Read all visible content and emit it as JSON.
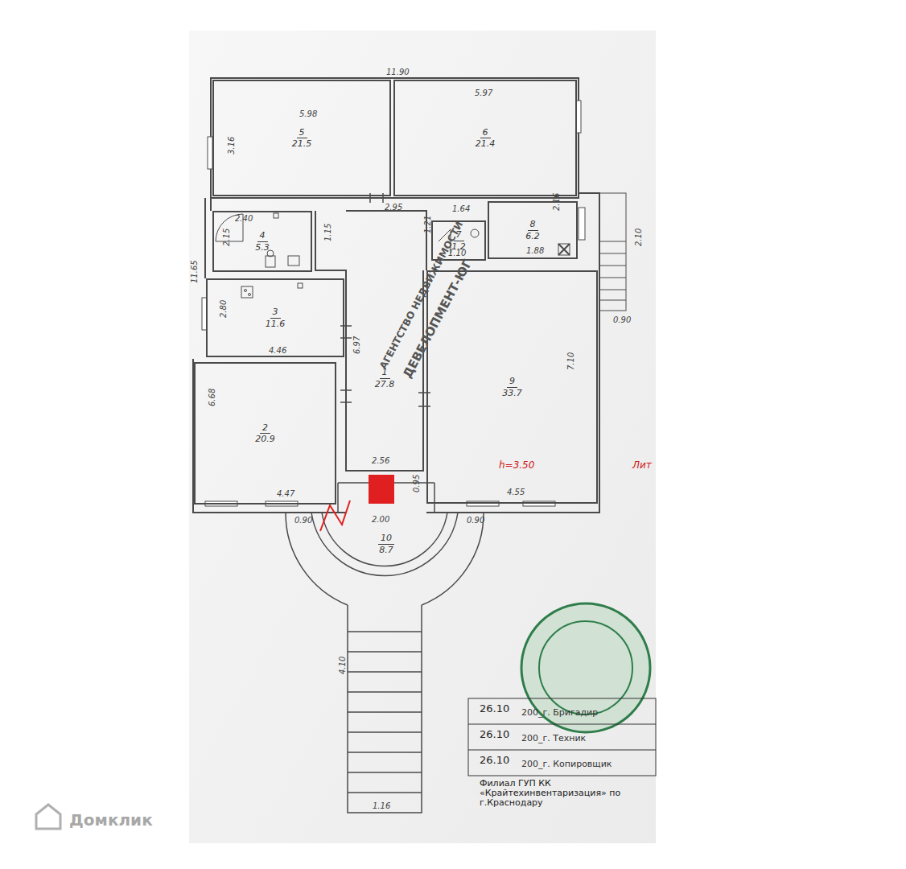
{
  "diagram": {
    "nodes": [
      {
        "text": [
          "5",
          "21.5"
        ]
      },
      {
        "text": [
          "6",
          "21.4"
        ]
      },
      {
        "text": [
          "4",
          "5.3"
        ]
      },
      {
        "text": [
          "7",
          "1.2"
        ]
      },
      {
        "text": [
          "8",
          "6.2"
        ]
      },
      {
        "text": [
          "3",
          "11.6"
        ]
      },
      {
        "text": [
          "1",
          "27.8"
        ]
      },
      {
        "text": [
          "9",
          "33.7"
        ]
      },
      {
        "text": [
          "2",
          "20.9"
        ]
      },
      {
        "text": [
          "10",
          "8.7"
        ]
      }
    ],
    "labels": [
      "11.90",
      "5.98",
      "5.97",
      "3.16",
      "2.40",
      "2.15",
      "1.15",
      "2.95",
      "1.64",
      "1.21",
      "1.10",
      "2.16",
      "1.88",
      "2.80",
      "4.46",
      "6.97",
      "7.10",
      "6.68",
      "4.47",
      "2.56",
      "4.55",
      "2.00",
      "0.95",
      "0.90",
      "0.90",
      "4.10",
      "1.16",
      "2.10",
      "0.90",
      "11.65",
      "h=3.50",
      "Лит",
      "26.10",
      "200_г. Бригадир",
      "26.10",
      "200_г. Техник",
      "26.10",
      "200_г. Копировщик",
      "Филиал ГУП КК «Крайтехинвентаризация» по г.Краснодару",
      "АГЕНТСТВО НЕДВИЖИМОСТИ",
      "ДЕВЕЛОПМЕНТ-ЮГ",
      "Домклик"
    ]
  }
}
